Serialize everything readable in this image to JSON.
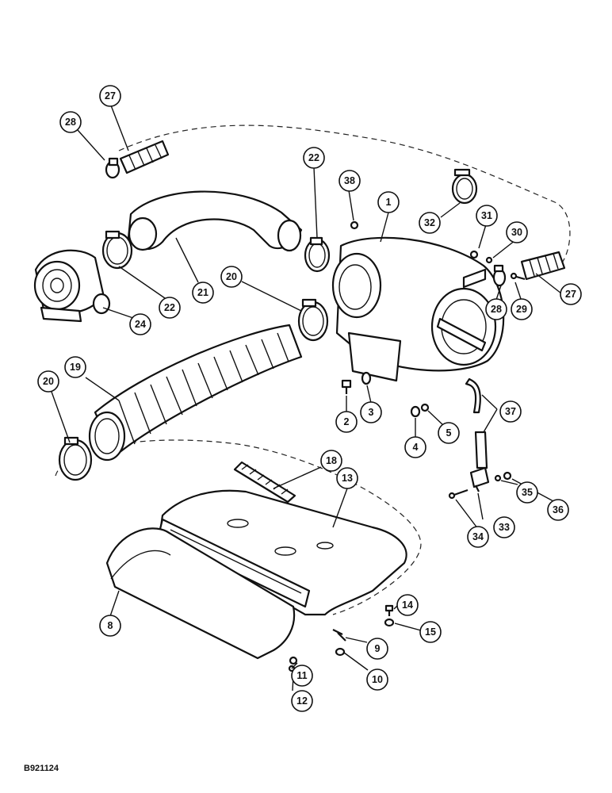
{
  "reference_code": "B921124",
  "callouts": [
    {
      "label": "1"
    },
    {
      "label": "2"
    },
    {
      "label": "3"
    },
    {
      "label": "4"
    },
    {
      "label": "5"
    },
    {
      "label": "8"
    },
    {
      "label": "9"
    },
    {
      "label": "10"
    },
    {
      "label": "11"
    },
    {
      "label": "12"
    },
    {
      "label": "13"
    },
    {
      "label": "14"
    },
    {
      "label": "15"
    },
    {
      "label": "18"
    },
    {
      "label": "19"
    },
    {
      "label": "20"
    },
    {
      "label": "20"
    },
    {
      "label": "21"
    },
    {
      "label": "22"
    },
    {
      "label": "22"
    },
    {
      "label": "24"
    },
    {
      "label": "27"
    },
    {
      "label": "27"
    },
    {
      "label": "28"
    },
    {
      "label": "28"
    },
    {
      "label": "29"
    },
    {
      "label": "30"
    },
    {
      "label": "31"
    },
    {
      "label": "32"
    },
    {
      "label": "33"
    },
    {
      "label": "34"
    },
    {
      "label": "35"
    },
    {
      "label": "36"
    },
    {
      "label": "37"
    },
    {
      "label": "38"
    }
  ]
}
